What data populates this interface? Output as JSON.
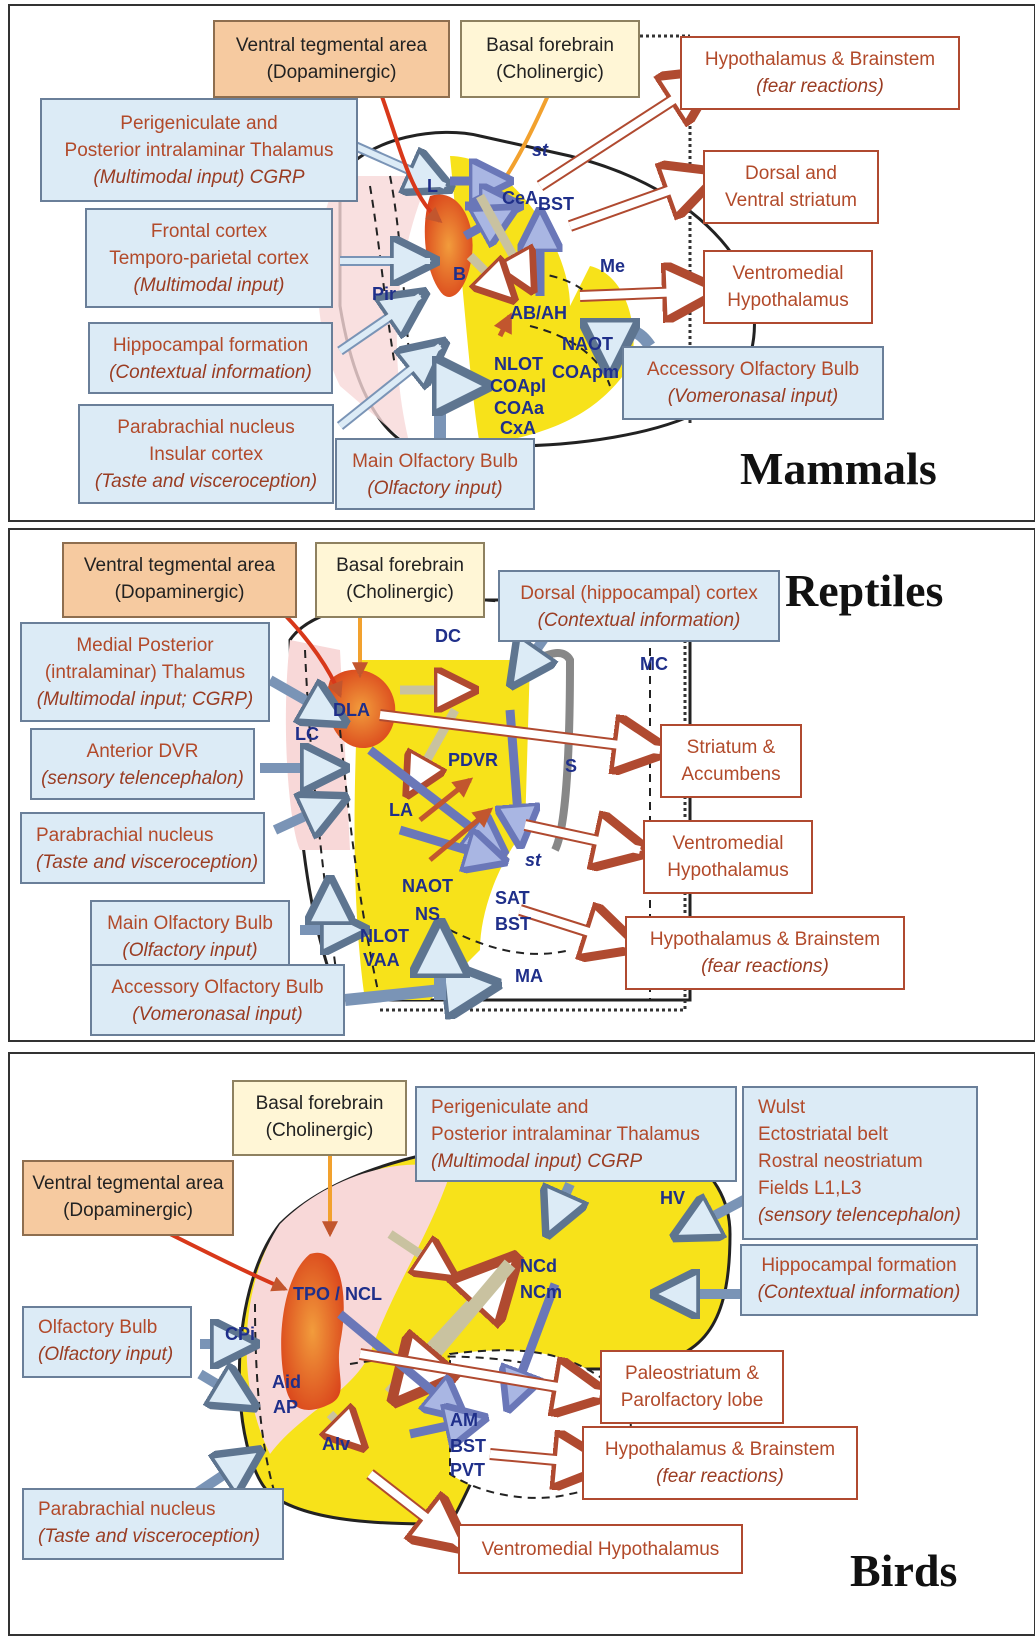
{
  "mammals": {
    "title": "Mammals",
    "vta": [
      "Ventral tegmental area",
      "(Dopaminergic)"
    ],
    "bf": [
      "Basal forebrain",
      "(Cholinergic)"
    ],
    "peri": [
      "Perigeniculate and",
      "Posterior intralaminar Thalamus",
      "(Multimodal input) CGRP"
    ],
    "frontal": [
      "Frontal cortex",
      "Temporo-parietal cortex",
      "(Multimodal input)"
    ],
    "hippo": [
      "Hippocampal formation",
      "(Contextual information)"
    ],
    "parab": [
      "Parabrachial nucleus",
      "Insular cortex",
      "(Taste and visceroception)"
    ],
    "mob": [
      "Main Olfactory Bulb",
      "(Olfactory input)"
    ],
    "aob": [
      "Accessory Olfactory Bulb",
      "(Vomeronasal input)"
    ],
    "hypbs": [
      "Hypothalamus & Brainstem",
      "(fear reactions)"
    ],
    "striatum": [
      "Dorsal and",
      "Ventral striatum"
    ],
    "vmh": [
      "Ventromedial",
      "Hypothalamus"
    ],
    "regions": {
      "L": "L",
      "B": "B",
      "Pir": "Pir",
      "st": "st",
      "CeA": "CeA",
      "BST": "BST",
      "ABAH": "AB/AH",
      "Me": "Me",
      "NAOT": "NAOT",
      "NLOT": "NLOT",
      "COApl": "COApl",
      "COApm": "COApm",
      "COAa": "COAa",
      "CxA": "CxA"
    }
  },
  "reptiles": {
    "title": "Reptiles",
    "vta": [
      "Ventral tegmental area",
      "(Dopaminergic)"
    ],
    "bf": [
      "Basal forebrain",
      "(Cholinergic)"
    ],
    "dorsal": [
      "Dorsal (hippocampal) cortex",
      "(Contextual information)"
    ],
    "medial": [
      "Medial Posterior",
      "(intralaminar) Thalamus",
      "(Multimodal input; CGRP)"
    ],
    "antdvr": [
      "Anterior DVR",
      "(sensory telencephalon)"
    ],
    "parab": [
      "Parabrachial nucleus",
      "(Taste and visceroception)"
    ],
    "mob": [
      "Main Olfactory Bulb",
      "(Olfactory input)"
    ],
    "aob": [
      "Accessory Olfactory Bulb",
      "(Vomeronasal input)"
    ],
    "striatum": [
      "Striatum &",
      "Accumbens"
    ],
    "vmh": [
      "Ventromedial",
      "Hypothalamus"
    ],
    "hypbs": [
      "Hypothalamus & Brainstem",
      "(fear reactions)"
    ],
    "regions": {
      "DC": "DC",
      "MC": "MC",
      "DLA": "DLA",
      "LC": "LC",
      "PDVR": "PDVR",
      "S": "S",
      "LA": "LA",
      "st": "st",
      "NAOT": "NAOT",
      "NS": "NS",
      "SAT": "SAT",
      "BST": "BST",
      "NLOT": "NLOT",
      "VAA": "VAA",
      "MA": "MA"
    }
  },
  "birds": {
    "title": "Birds",
    "bf": [
      "Basal forebrain",
      "(Cholinergic)"
    ],
    "peri": [
      "Perigeniculate and",
      "Posterior intralaminar Thalamus",
      "(Multimodal input) CGRP"
    ],
    "wulst": [
      "Wulst",
      "Ectostriatal belt",
      "Rostral neostriatum",
      "Fields L1,L3",
      "(sensory telencephalon)"
    ],
    "vta": [
      "Ventral tegmental area",
      "(Dopaminergic)"
    ],
    "hippo": [
      "Hippocampal formation",
      "(Contextual information)"
    ],
    "ob": [
      "Olfactory Bulb",
      "(Olfactory input)"
    ],
    "paleo": [
      "Paleostriatum &",
      "Parolfactory lobe"
    ],
    "hypbs": [
      "Hypothalamus & Brainstem",
      "(fear reactions)"
    ],
    "parab": [
      "Parabrachial nucleus",
      "(Taste and visceroception)"
    ],
    "vmh": [
      "Ventromedial Hypothalamus"
    ],
    "regions": {
      "HV": "HV",
      "NCd": "NCd",
      "NCm": "NCm",
      "TPO": "TPO / NCL",
      "CPi": "CPi",
      "Aid": "Aid",
      "AP": "AP",
      "AM": "AM",
      "BST": "BST",
      "PVT": "PVT",
      "AIv": "AIv"
    }
  },
  "colors": {
    "box_blue": "#dcebf6",
    "box_white": "#ffffff",
    "vta_orange": "#f6caa0",
    "bf_cream": "#fff6d6",
    "yellow": "#f7e21a",
    "pink": "#f8d8d8",
    "red_orange": "#e2461a",
    "label_blue": "#1f2f8a",
    "text_red": "#b24a2a"
  }
}
